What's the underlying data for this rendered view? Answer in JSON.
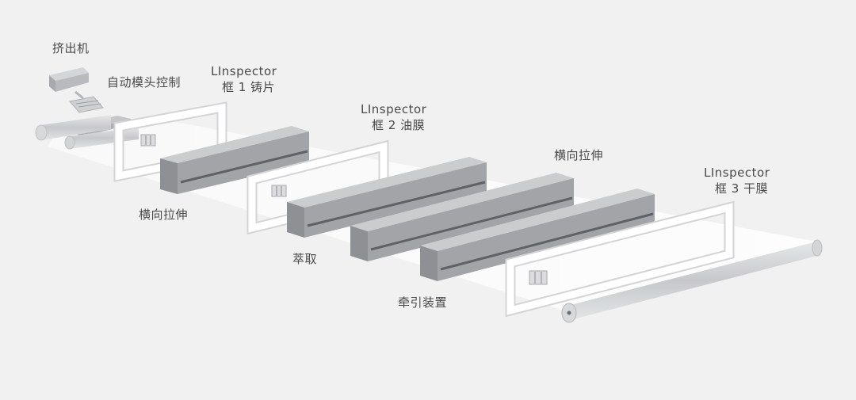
{
  "labels": {
    "extruder": "挤出机",
    "auto_die_control": "自动模头控制",
    "inspector_1": {
      "product": "LInspector",
      "position": "框 1 铸片"
    },
    "inspector_2": {
      "product": "LInspector",
      "position": "框 2 油膜"
    },
    "inspector_3": {
      "product": "LInspector",
      "position": "框 3 干膜"
    },
    "transverse_stretch_1": "横向拉伸",
    "extraction": "萃取",
    "transverse_stretch_2": "横向拉伸",
    "haul_off": "牵引装置"
  },
  "colors": {
    "background": "#f1f1f2",
    "oven_top": "#c9cacc",
    "oven_front": "#9d9ea1",
    "oven_slot": "#5f6063",
    "frame": "#ffffff",
    "frame_edge": "#d0d0d2",
    "film": "#fafafa",
    "roller": "#d9dadc",
    "label_text": "#4a4a4a"
  }
}
